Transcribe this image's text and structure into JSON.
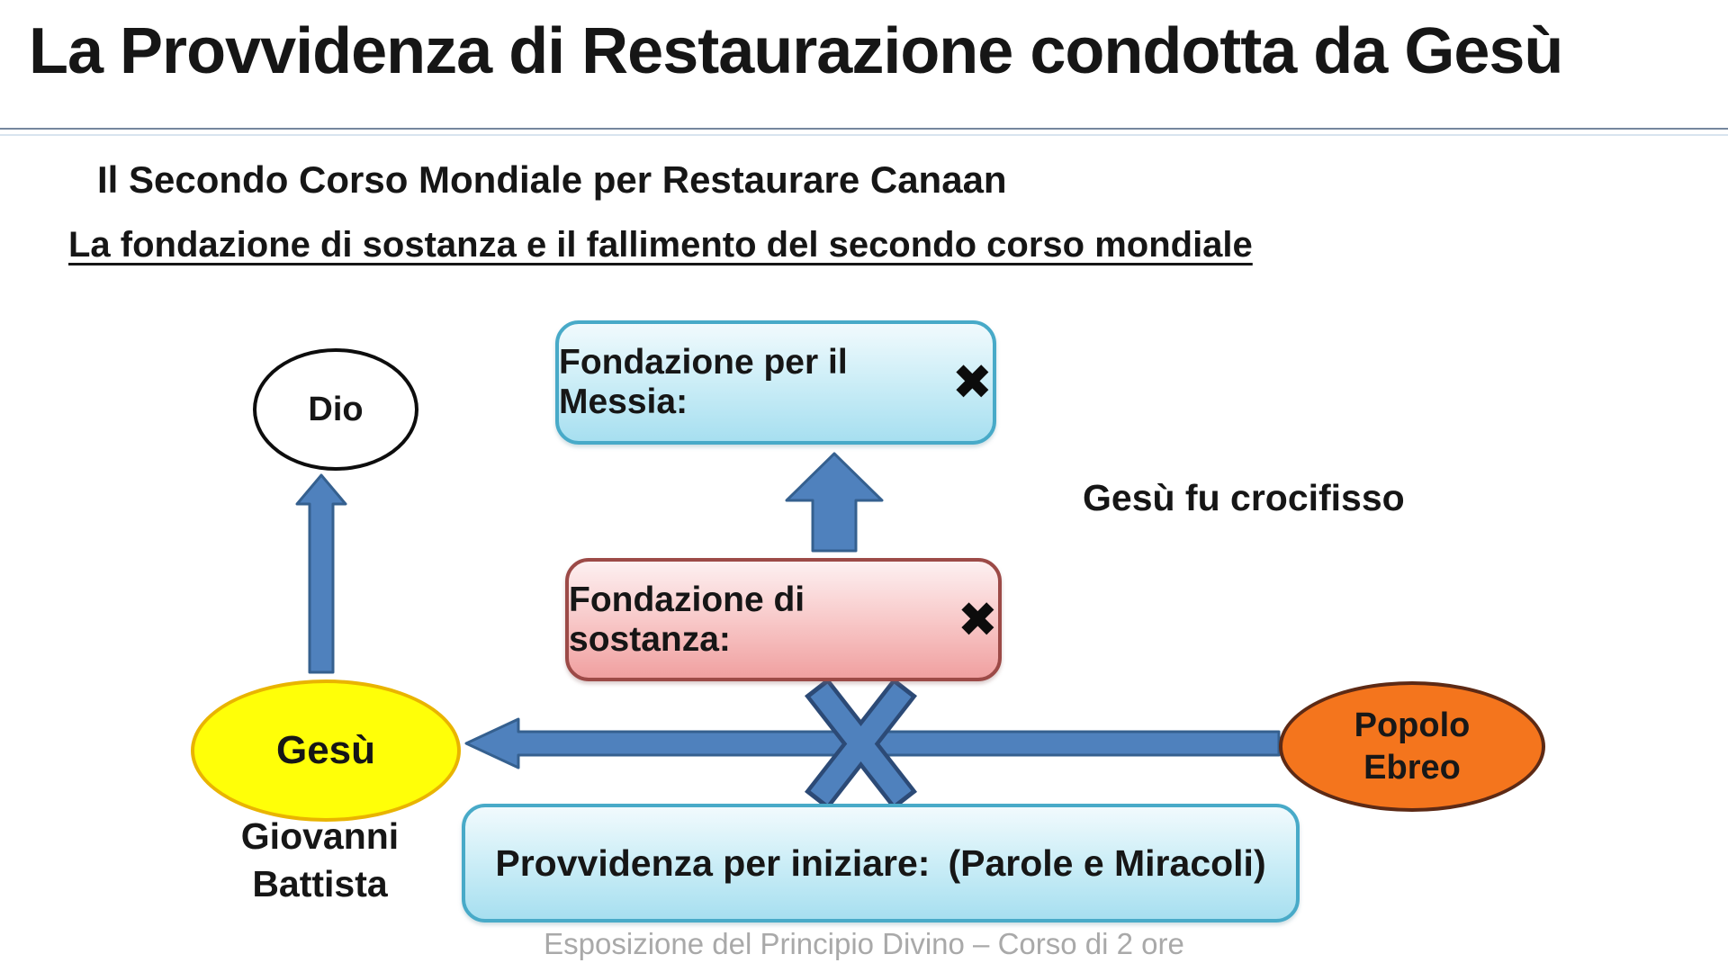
{
  "slide": {
    "title": "La Provvidenza di Restaurazione condotta da Gesù",
    "subtitle": "Il Secondo Corso Mondiale per Restaurare Canaan",
    "section_heading": "La fondazione di sostanza e il fallimento del secondo corso mondiale",
    "footer": "Esposizione del Principio Divino – Corso di 2 ore"
  },
  "diagram": {
    "nodes": {
      "dio": {
        "label": "Dio"
      },
      "gesu": {
        "label": "Gesù"
      },
      "popolo_ebreo": {
        "line1": "Popolo",
        "line2": "Ebreo"
      }
    },
    "boxes": {
      "messia": {
        "label": "Fondazione per il Messia:",
        "mark": "✖"
      },
      "sostanza": {
        "label": "Fondazione di sostanza:",
        "mark": "✖"
      },
      "iniziare": {
        "label": "Provvidenza per iniziare:",
        "detail": "(Parole e Miracoli)"
      }
    },
    "annotations": {
      "crocifisso": "Gesù fu crocifisso",
      "giovanni_line1": "Giovanni",
      "giovanni_line2": "Battista"
    },
    "colors": {
      "arrow_blue": "#4f81bd",
      "arrow_border": "#35608f",
      "x_cross_outline": "#2c4a76",
      "blue_box_border": "#48aac8",
      "pink_box_border": "#9c4a47",
      "yellow_ellipse_fill": "#ffff08",
      "yellow_ellipse_border": "#e9b400",
      "orange_ellipse_fill": "#f4751d",
      "orange_ellipse_border": "#5d2a15",
      "footer_gray": "#a9a9a9"
    }
  }
}
